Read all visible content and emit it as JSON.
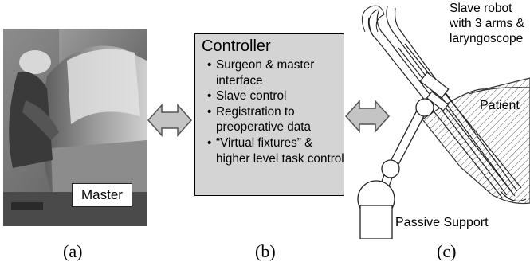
{
  "panel_a": {
    "master_label": "Master",
    "caption": "(a)"
  },
  "panel_b": {
    "title": "Controller",
    "items": [
      "Surgeon & master interface",
      "Slave control",
      "Registration to preoperative data",
      "“Virtual fixtures” & higher level task control"
    ],
    "caption": "(b)"
  },
  "panel_c": {
    "slave_label": "Slave robot with 3 arms & laryngoscope",
    "patient_label": "Patient",
    "support_label": "Passive Support",
    "caption": "(c)"
  },
  "colors": {
    "arrow_fill": "#c4c4c4",
    "controller_bg": "#d4d4d4"
  }
}
